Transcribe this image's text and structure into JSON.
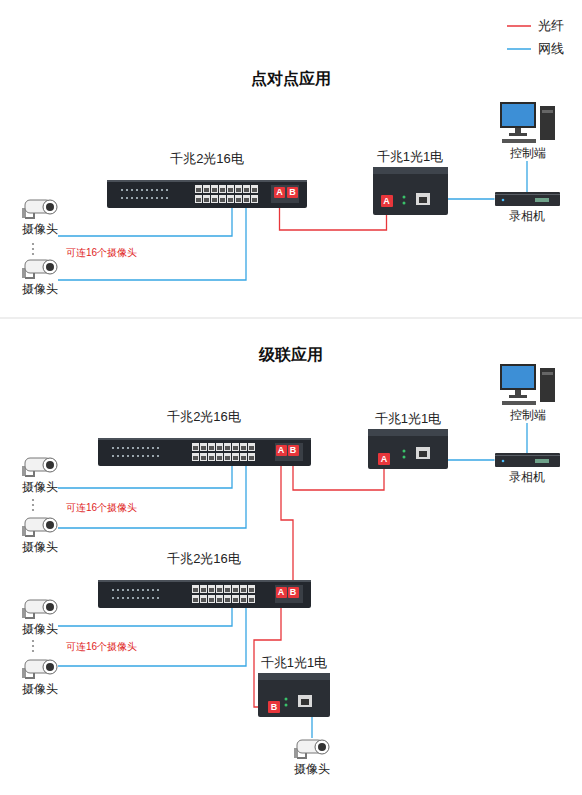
{
  "diagram": {
    "nodes": [
      {
        "text": [
          "千兆2光16电"
        ]
      },
      {
        "text": [
          "A"
        ],
        "in": 0
      },
      {
        "text": [
          "B"
        ],
        "in": 0
      },
      {
        "text": [
          "千兆1光1电"
        ]
      },
      {
        "text": [
          "A"
        ],
        "in": 3
      },
      {
        "text": [
          "摄像头"
        ]
      },
      {
        "text": [
          "摄像头"
        ]
      },
      {
        "text": [
          "录相机"
        ]
      },
      {
        "text": [
          "控制端"
        ]
      },
      {
        "text": [
          "千兆2光16电"
        ]
      },
      {
        "text": [
          "A"
        ],
        "in": 9
      },
      {
        "text": [
          "B"
        ],
        "in": 9
      },
      {
        "text": [
          "千兆1光1电"
        ]
      },
      {
        "text": [
          "A"
        ],
        "in": 12
      },
      {
        "text": [
          "录相机"
        ]
      },
      {
        "text": [
          "控制端"
        ]
      },
      {
        "text": [
          "摄像头"
        ]
      },
      {
        "text": [
          "摄像头"
        ]
      },
      {
        "text": [
          "千兆2光16电"
        ]
      },
      {
        "text": [
          "A"
        ],
        "in": 18
      },
      {
        "text": [
          "B"
        ],
        "in": 18
      },
      {
        "text": [
          "摄像头"
        ]
      },
      {
        "text": [
          "摄像头"
        ]
      },
      {
        "text": [
          "千兆1光1电"
        ]
      },
      {
        "text": [
          "B"
        ],
        "in": 23
      },
      {
        "text": [
          "摄像头"
        ]
      }
    ],
    "edges": [
      {
        "from": 1,
        "to": 4,
        "arrow": "none"
      },
      {
        "from": 5,
        "to": 0,
        "arrow": "none"
      },
      {
        "from": 6,
        "to": 0,
        "arrow": "none"
      },
      {
        "from": 3,
        "to": 7,
        "arrow": "none"
      },
      {
        "from": 8,
        "to": 7,
        "arrow": "none"
      },
      {
        "from": 11,
        "to": 13,
        "arrow": "none"
      },
      {
        "from": 10,
        "to": 20,
        "arrow": "none"
      },
      {
        "from": 19,
        "to": 24,
        "arrow": "none"
      },
      {
        "from": 16,
        "to": 9,
        "arrow": "none"
      },
      {
        "from": 17,
        "to": 9,
        "arrow": "none"
      },
      {
        "from": 12,
        "to": 14,
        "arrow": "none"
      },
      {
        "from": 15,
        "to": 14,
        "arrow": "none"
      },
      {
        "from": 21,
        "to": 18,
        "arrow": "none"
      },
      {
        "from": 22,
        "to": 18,
        "arrow": "none"
      },
      {
        "from": 23,
        "to": 25,
        "arrow": "none"
      }
    ],
    "labels": [
      "点对点应用",
      "可连16个摄像头",
      "级联应用",
      "可连16个摄像头",
      "可连16个摄像头"
    ],
    "legend": [
      {
        "text": "光纤"
      },
      {
        "text": "网线"
      }
    ]
  }
}
